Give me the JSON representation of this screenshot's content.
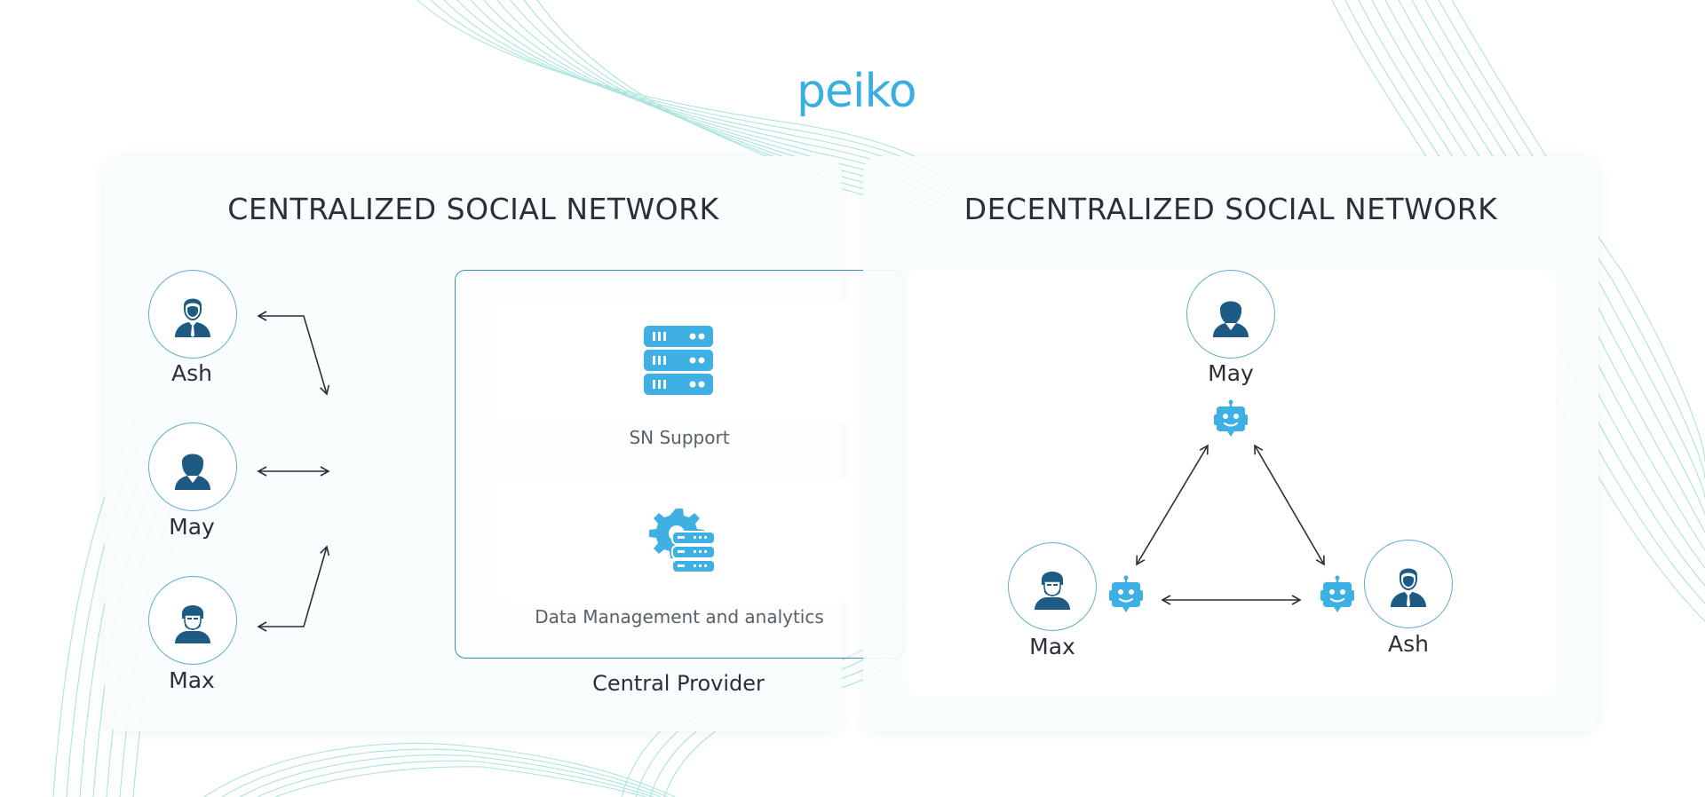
{
  "brand": {
    "logo_text": "peiko"
  },
  "left_panel": {
    "title": "CENTRALIZED SOCIAL NETWORK",
    "users": [
      {
        "name": "Ash",
        "icon": "man-in-suit-icon"
      },
      {
        "name": "May",
        "icon": "woman-icon"
      },
      {
        "name": "Max",
        "icon": "bearded-man-icon"
      }
    ],
    "provider": {
      "label": "Central Provider",
      "components": [
        {
          "label": "SN Support",
          "icon": "server-stack-icon"
        },
        {
          "label": "Data Management and analytics",
          "icon": "database-gear-icon"
        }
      ]
    }
  },
  "right_panel": {
    "title": "DECENTRALIZED SOCIAL NETWORK",
    "nodes": [
      {
        "name": "May",
        "icon": "woman-icon",
        "agent_icon": "robot-icon"
      },
      {
        "name": "Max",
        "icon": "bearded-man-icon",
        "agent_icon": "robot-icon"
      },
      {
        "name": "Ash",
        "icon": "man-in-suit-icon",
        "agent_icon": "robot-icon"
      }
    ]
  },
  "colors": {
    "accent_blue": "#39aee1",
    "icon_navy": "#1d5a84",
    "border_teal": "#5fb0c9",
    "wave_teal": "#8fdcd2"
  }
}
